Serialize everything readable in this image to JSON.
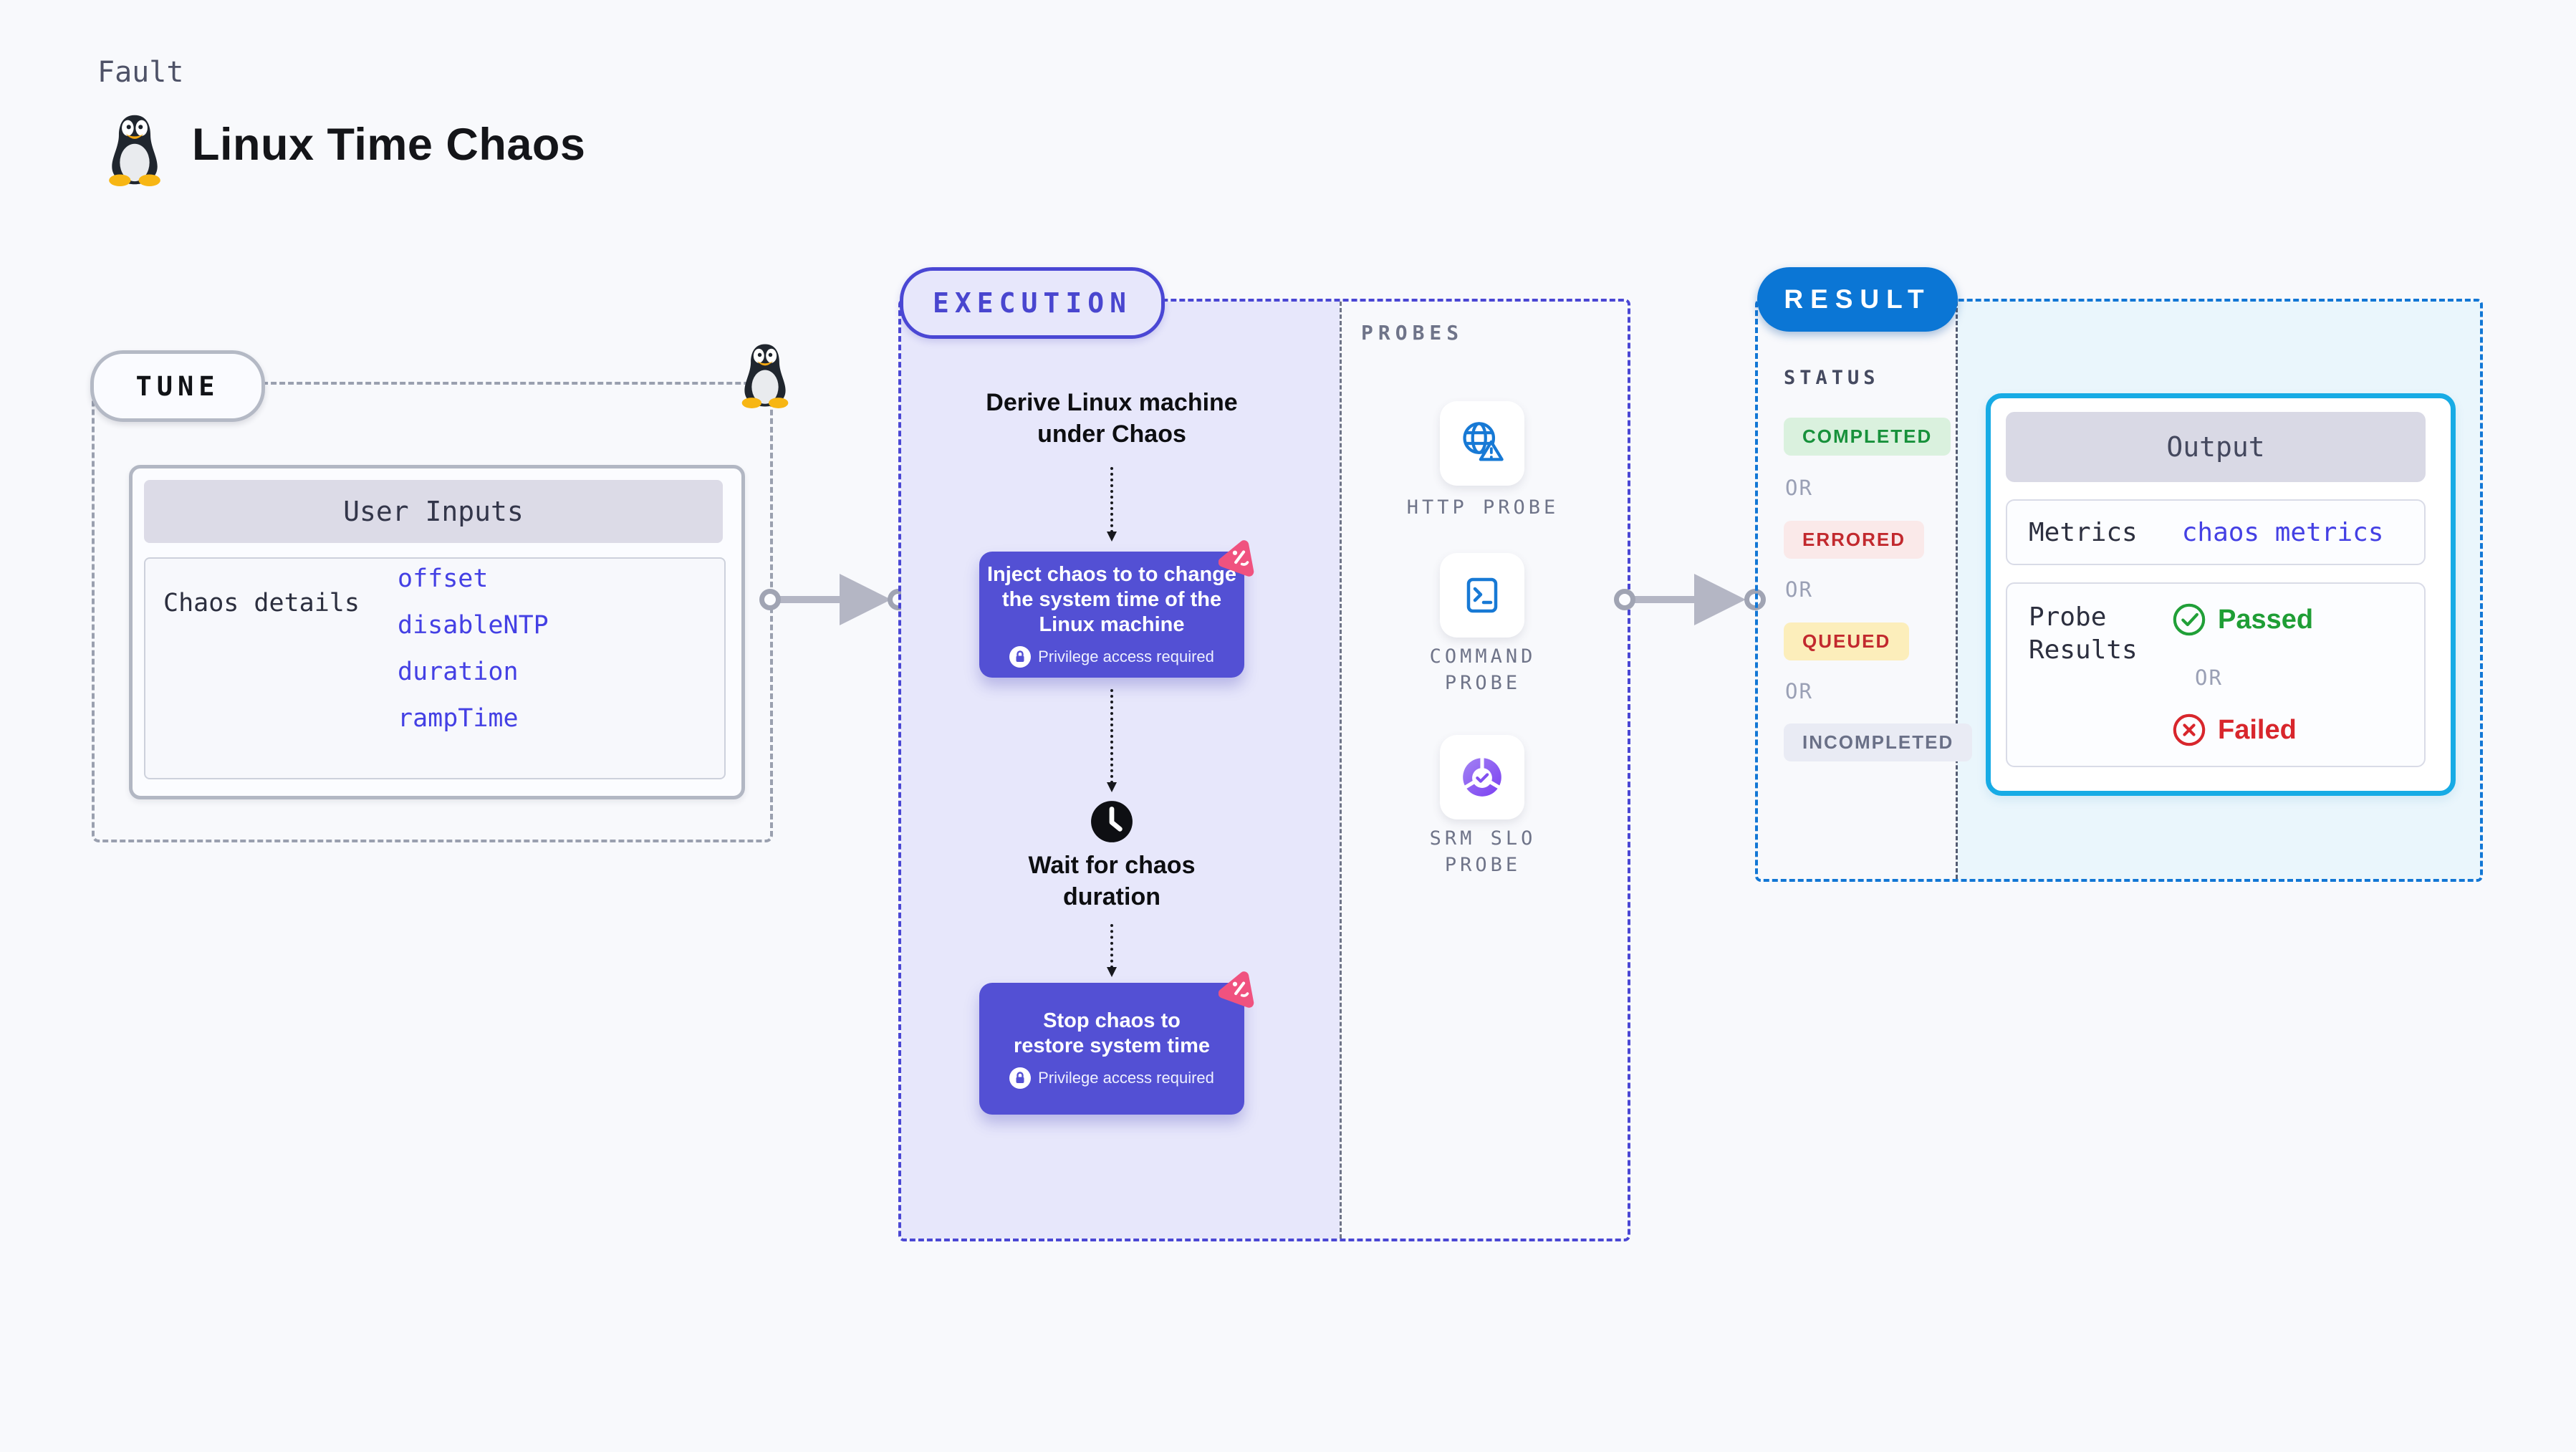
{
  "page": {
    "background": "#f8f9fc"
  },
  "header": {
    "eyebrow": "Fault",
    "title": "Linux Time Chaos",
    "icon": "tux-penguin-icon"
  },
  "tune": {
    "badge": "TUNE",
    "card": {
      "title": "User Inputs",
      "row_label": "Chaos details",
      "values": [
        "offset",
        "disableNTP",
        "duration",
        "rampTime"
      ]
    }
  },
  "execution": {
    "badge": "EXECUTION",
    "step_derive": {
      "lines": [
        "Derive Linux machine",
        "under Chaos"
      ]
    },
    "step_inject": {
      "lines": [
        "Inject chaos to to change",
        "the system time of the",
        "Linux machine"
      ],
      "note": "Privilege access required"
    },
    "step_wait": {
      "lines": [
        "Wait for chaos",
        "duration"
      ]
    },
    "step_stop": {
      "lines": [
        "Stop chaos to",
        "restore system time"
      ],
      "note": "Privilege access required"
    }
  },
  "probes": {
    "label": "PROBES",
    "items": [
      {
        "name": "HTTP PROBE",
        "icon": "globe-alert-icon"
      },
      {
        "name": "COMMAND PROBE",
        "icon": "terminal-icon"
      },
      {
        "name": "SRM SLO PROBE",
        "icon": "slo-donut-check-icon"
      }
    ]
  },
  "result": {
    "badge": "RESULT",
    "status": {
      "label": "STATUS",
      "separator": "OR",
      "options": [
        {
          "label": "COMPLETED",
          "bg": "#daf1de",
          "color": "#17913b"
        },
        {
          "label": "ERRORED",
          "bg": "#fae9e9",
          "color": "#c2292e"
        },
        {
          "label": "QUEUED",
          "bg": "#fceebb",
          "color": "#c2292e"
        },
        {
          "label": "INCOMPLETED",
          "bg": "#e9ebf4",
          "color": "#6a7087"
        }
      ]
    },
    "output": {
      "title": "Output",
      "metrics_label": "Metrics",
      "metrics_value": "chaos metrics",
      "probe_results_label": "Probe Results",
      "passed": "Passed",
      "separator": "OR",
      "failed": "Failed"
    }
  },
  "colors": {
    "execution_accent": "#4a47d4",
    "execution_bg": "#e7e7fb",
    "node_purple": "#5350d4",
    "chaos_icon_pink": "#f0527f",
    "result_accent": "#0b76d5",
    "output_border": "#17abe5",
    "output_bg": "#eaf6fc",
    "link_blue": "#4440e4",
    "passed_green": "#1f9e35",
    "failed_red": "#d8262c",
    "probe_icon_blue": "#1779d5"
  }
}
